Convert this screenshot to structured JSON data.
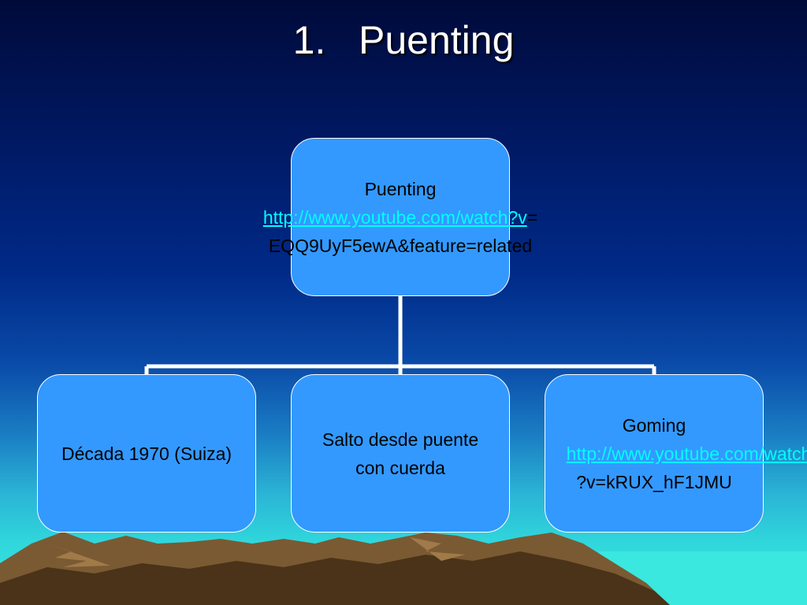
{
  "slide": {
    "title": "1.   Puenting"
  },
  "diagram": {
    "root": {
      "label": "Puenting",
      "link": "http://www.youtube.com/watch?v",
      "link_suffix": "=",
      "line3": "EQQ9UyF5ewA&feature=related"
    },
    "children": [
      {
        "label": "Década 1970 (Suiza)"
      },
      {
        "label": "Salto desde puente",
        "line2": "con cuerda"
      },
      {
        "label": "Goming",
        "link": "http://www.youtube.com/watch",
        "line3": "?v=kRUX_hF1JMU"
      }
    ]
  },
  "colors": {
    "node_fill": "#3399ff",
    "link": "#00ffff",
    "connector": "#ffffff"
  }
}
